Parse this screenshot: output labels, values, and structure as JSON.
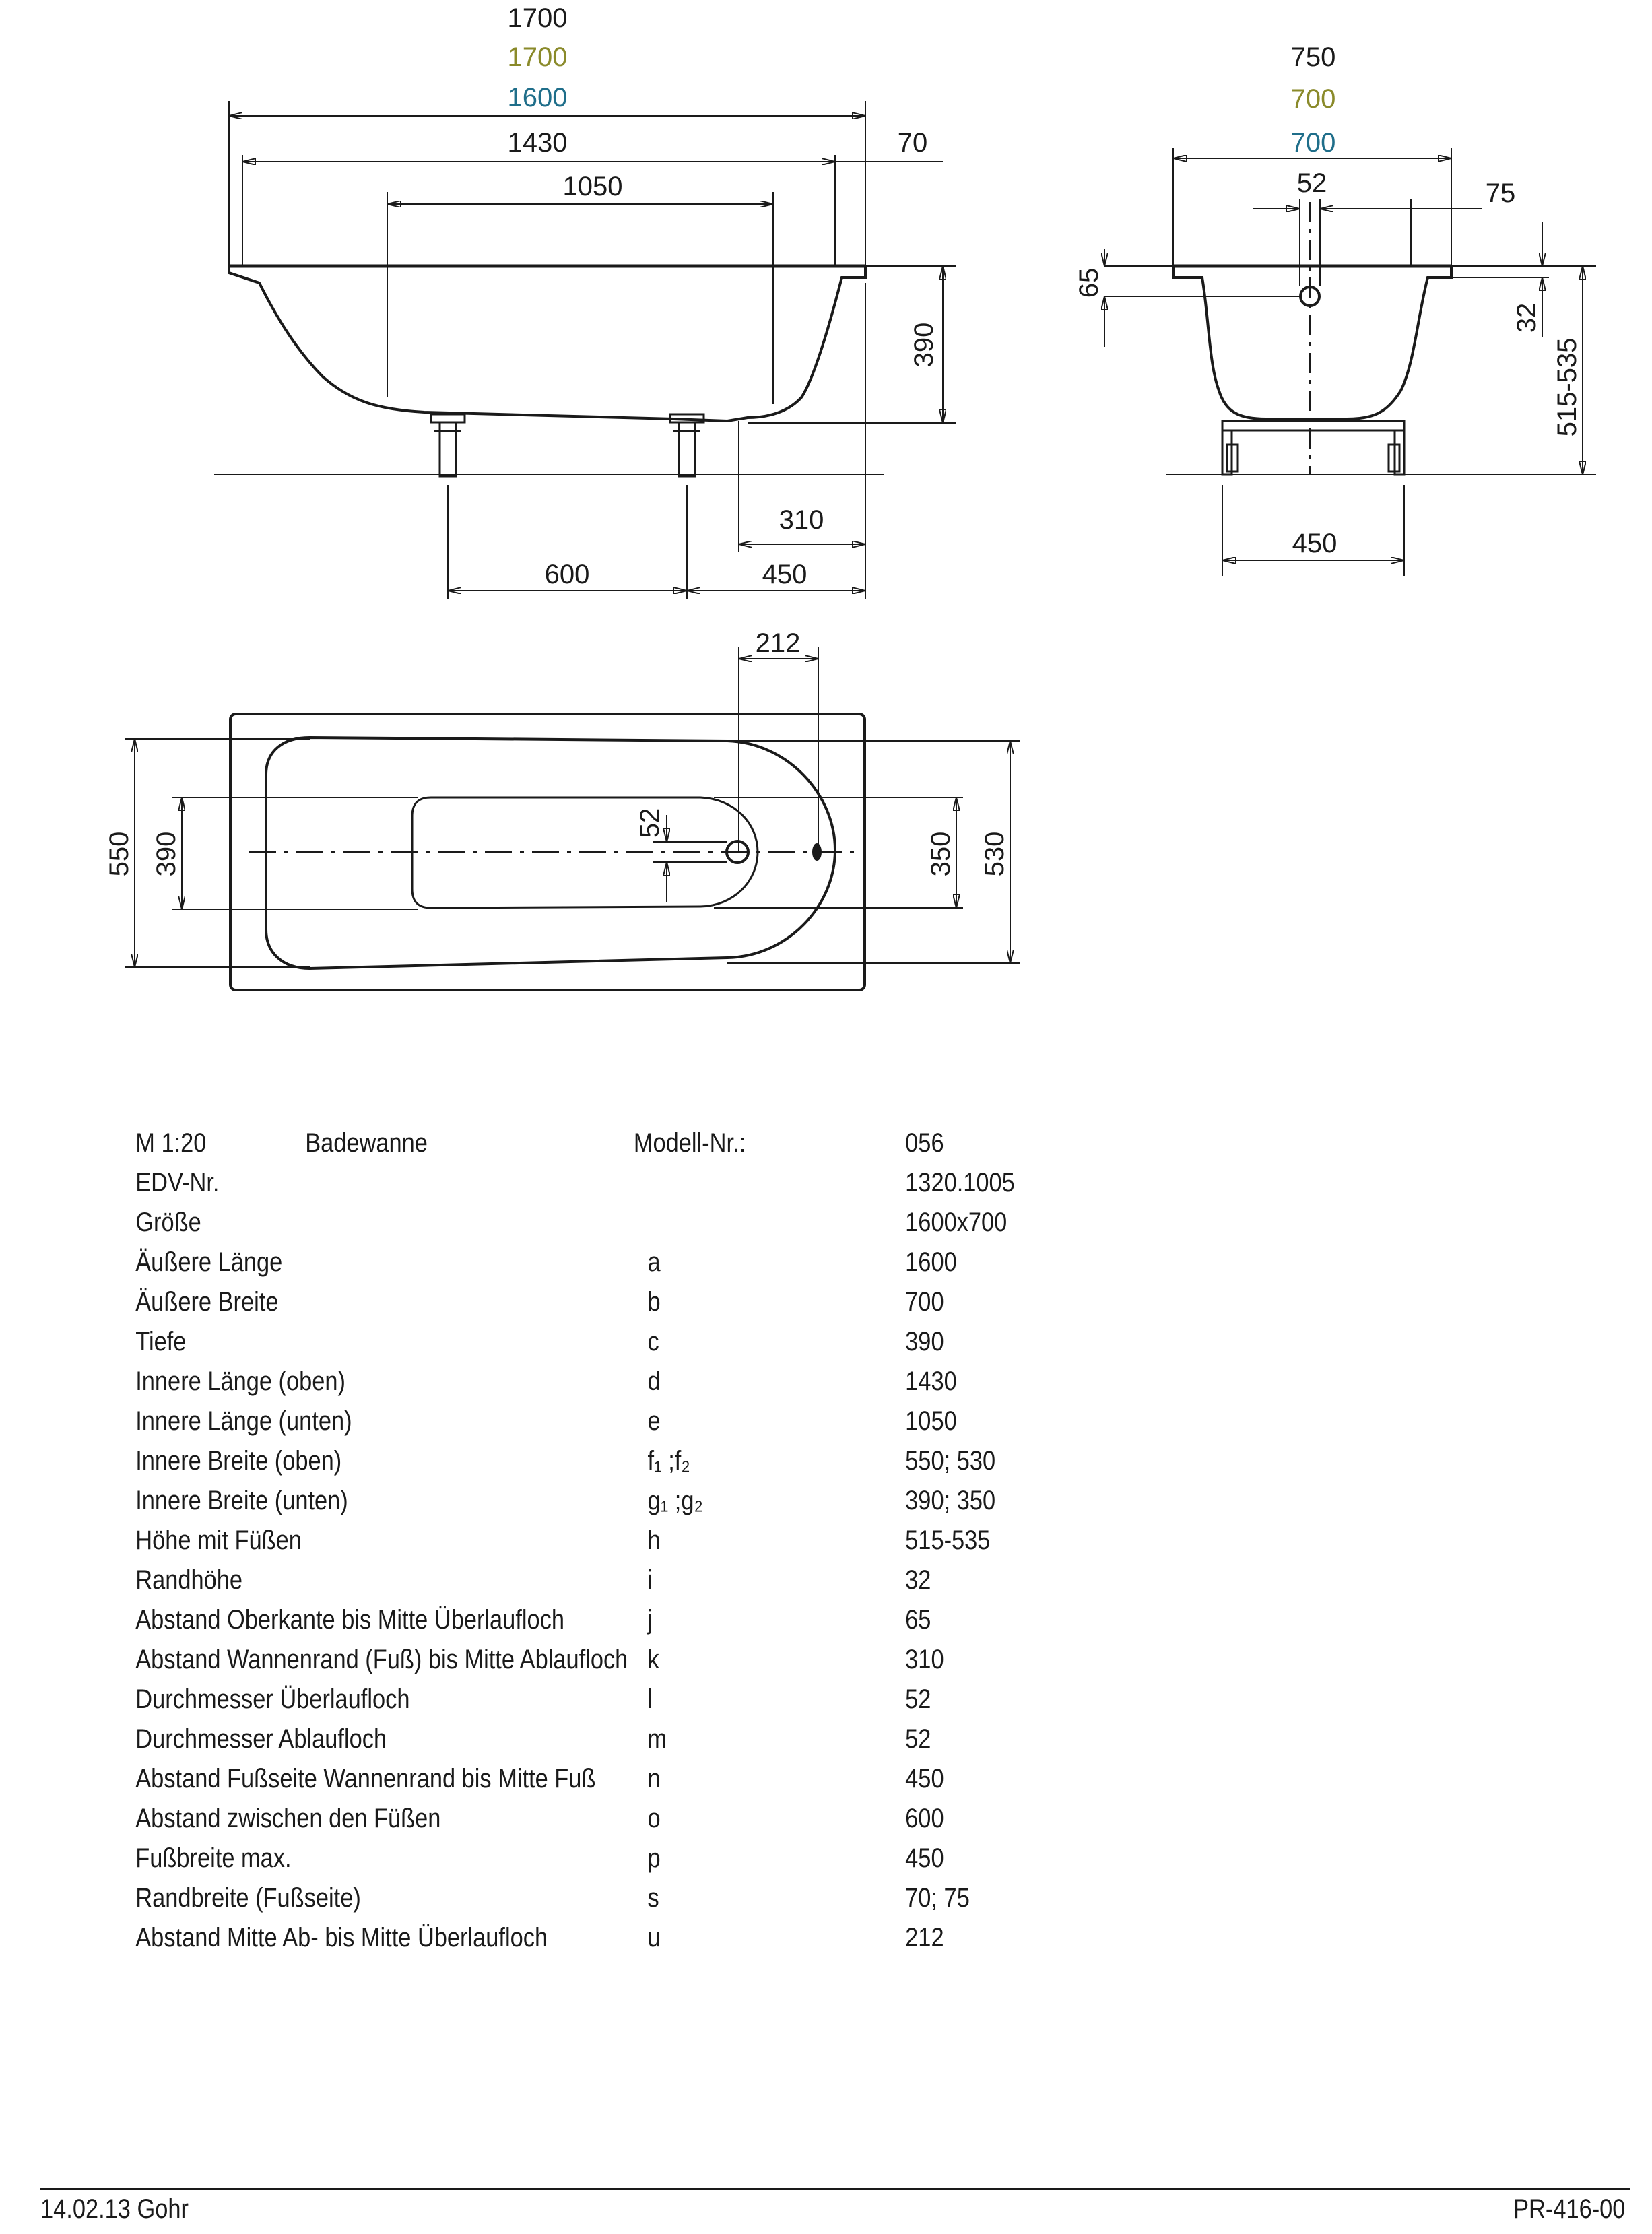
{
  "colors": {
    "line": "#1a1a1a",
    "olive": "#8a8a2a",
    "teal": "#1f6e8a"
  },
  "side_view": {
    "length_1700_a": "1700",
    "length_1700_b": "1700",
    "length_1600": "1600",
    "inner_top_length": "1430",
    "inner_bottom_length": "1050",
    "rim_width": "70",
    "depth": "390",
    "drain_offset": "310",
    "feet_distance": "600",
    "feet_offset": "450"
  },
  "end_view": {
    "width_750": "750",
    "width_700_a": "700",
    "width_700_b": "700",
    "overflow_diameter": "52",
    "rim_width": "75",
    "overflow_height": "65",
    "rim_height": "32",
    "height_with_feet": "515-535",
    "feet_width": "450"
  },
  "top_view": {
    "drain_overflow_distance": "212",
    "drain_diameter": "52",
    "inner_width_top": "550",
    "inner_width_bottom": "390",
    "inner_width_bottom_b": "350",
    "inner_width_top_b": "530"
  },
  "spec": {
    "scale": "M 1:20",
    "product": "Badewanne",
    "model_label": "Modell-Nr.:",
    "model_value": "056",
    "rows": [
      {
        "label": "EDV-Nr.",
        "letter": "",
        "value": "1320.1005"
      },
      {
        "label": "Größe",
        "letter": "",
        "value": "1600x700"
      },
      {
        "label": "Äußere Länge",
        "letter": "a",
        "value": "1600"
      },
      {
        "label": "Äußere Breite",
        "letter": "b",
        "value": "700"
      },
      {
        "label": "Tiefe",
        "letter": "c",
        "value": "390"
      },
      {
        "label": "Innere Länge (oben)",
        "letter": "d",
        "value": "1430"
      },
      {
        "label": "Innere Länge (unten)",
        "letter": "e",
        "value": "1050"
      },
      {
        "label": "Innere Breite (oben)",
        "letter": "f₁ ;f₂",
        "value": "550; 530"
      },
      {
        "label": "Innere Breite (unten)",
        "letter": "g₁ ;g₂",
        "value": "390; 350"
      },
      {
        "label": "Höhe mit Füßen",
        "letter": "h",
        "value": "515-535"
      },
      {
        "label": "Randhöhe",
        "letter": "i",
        "value": "32"
      },
      {
        "label": "Abstand Oberkante bis Mitte Überlaufloch",
        "letter": "j",
        "value": "65"
      },
      {
        "label": "Abstand Wannenrand (Fuß) bis Mitte Ablaufloch",
        "letter": "k",
        "value": "310"
      },
      {
        "label": "Durchmesser Überlaufloch",
        "letter": "l",
        "value": "52"
      },
      {
        "label": "Durchmesser Ablaufloch",
        "letter": "m",
        "value": "52"
      },
      {
        "label": "Abstand Fußseite Wannenrand bis Mitte Fuß",
        "letter": "n",
        "value": "450"
      },
      {
        "label": "Abstand zwischen den Füßen",
        "letter": "o",
        "value": "600"
      },
      {
        "label": "Fußbreite max.",
        "letter": "p",
        "value": "450"
      },
      {
        "label": "Randbreite (Fußseite)",
        "letter": "s",
        "value": "70; 75"
      },
      {
        "label": "Abstand Mitte Ab- bis Mitte Überlaufloch",
        "letter": "u",
        "value": "212"
      }
    ]
  },
  "footer": {
    "left": "14.02.13 Gohr",
    "right": "PR-416-00"
  }
}
